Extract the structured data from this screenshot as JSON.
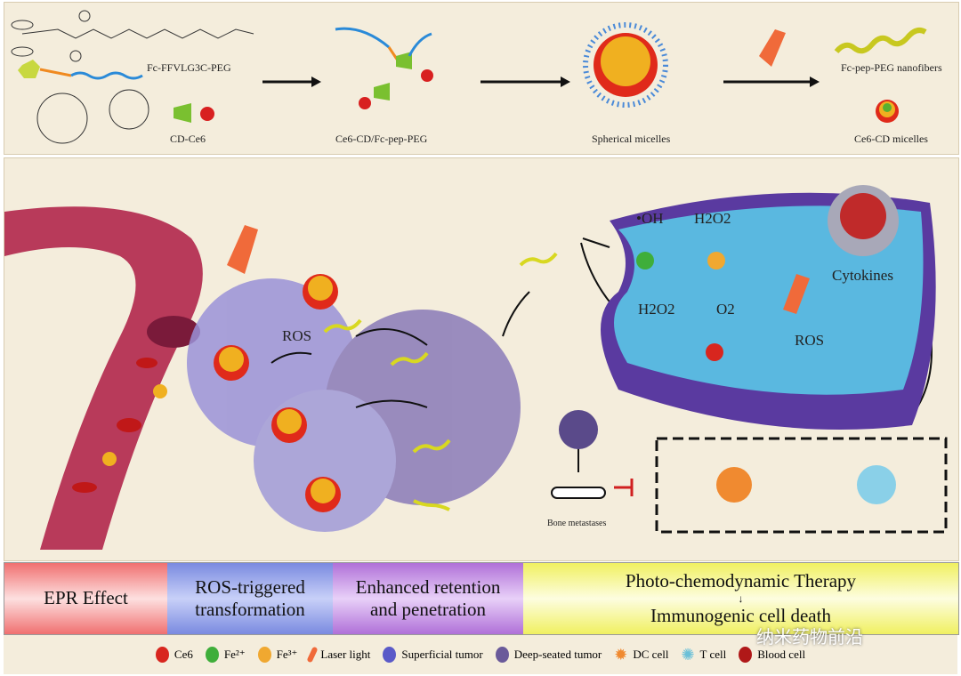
{
  "top": {
    "labels": {
      "fc_peg": "Fc-FFVLG3C-PEG",
      "cd_ce6": "CD-Ce6",
      "complex": "Ce6-CD/Fc-pep-PEG",
      "micelles": "Spherical micelles",
      "nanofibers": "Fc-pep-PEG nanofibers",
      "cd_micelles": "Ce6-CD micelles"
    }
  },
  "main": {
    "ros": "ROS",
    "oh": "•OH",
    "h2o2_top": "H2O2",
    "h2o2_bottom": "H2O2",
    "o2": "O2",
    "cytokines": "Cytokines",
    "ros_cell": "ROS",
    "bone": "Bone metastases"
  },
  "bar": {
    "epr": "EPR Effect",
    "ros_line1": "ROS-triggered",
    "ros_line2": "transformation",
    "enh_line1": "Enhanced retention",
    "enh_line2": "and penetration",
    "pdt": "Photo-chemodynamic Therapy",
    "icd": "Immunogenic cell death"
  },
  "legend": [
    {
      "label": "Ce6",
      "color": "#d8261e"
    },
    {
      "label": "Fe²⁺",
      "color": "#3fae3a"
    },
    {
      "label": "Fe³⁺",
      "color": "#f0a830"
    },
    {
      "label": "Laser light",
      "color": "#f06a3a"
    },
    {
      "label": "Superficial tumor",
      "color": "#5a5ac8"
    },
    {
      "label": "Deep-seated tumor",
      "color": "#6a5a9a"
    },
    {
      "label": "DC cell",
      "color": "#f08a30"
    },
    {
      "label": "T cell",
      "color": "#6ac0d8"
    },
    {
      "label": "Blood cell",
      "color": "#b01818"
    }
  ],
  "watermark": "纳米药物前沿"
}
